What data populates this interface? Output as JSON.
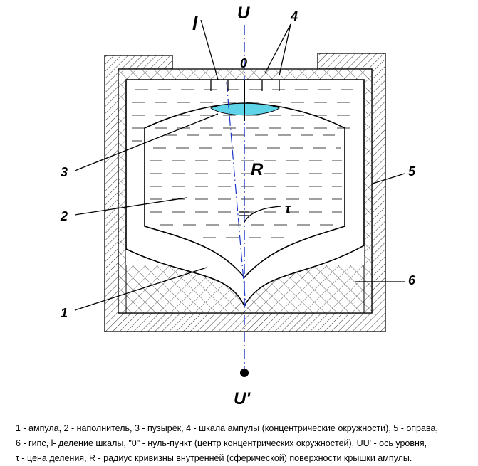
{
  "labels": {
    "axis_top": "U",
    "axis_bottom": "U'",
    "zero": "0",
    "division": "l",
    "radius": "R",
    "tau": "τ",
    "n1": "1",
    "n2": "2",
    "n3": "3",
    "n4": "4",
    "n5": "5",
    "n6": "6"
  },
  "caption": {
    "line1": "1 - ампула, 2 - наполнитель, 3 - пузырёк, 4 - шкала ампулы (концентрические окружности), 5 - оправа,",
    "line2": "6 - гипс, l- деление шкалы, \"0\" - нуль-пункт (центр концентрических окружностей), UU' - ось уровня,",
    "line3": "τ - цена деления, R - радиус кривизны внутренней (сферической) поверхности крышки ампулы."
  },
  "colors": {
    "axis": "#1a33c8",
    "bubble": "#5fd3e8",
    "line": "#000000"
  }
}
